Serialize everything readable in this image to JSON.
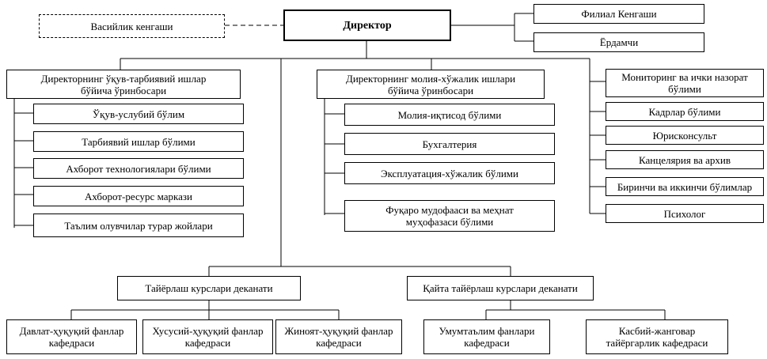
{
  "director": "Директор",
  "council": "Васийлик кенгаши",
  "branch_council": "Филиал Кенгаши",
  "assistant": "Ёрдамчи",
  "deputy_academic": {
    "title": "Директорнинг ўқув-тарбиявий ишлар\nбўйича ўринбосари",
    "units": [
      "Ўқув-услубий бўлим",
      "Тарбиявий ишлар бўлими",
      "Ахборот технологиялари бўлими",
      "Ахборот-ресурс маркази",
      "Таълим олувчилар турар жойлари"
    ]
  },
  "deputy_finance": {
    "title": "Директорнинг молия-хўжалик ишлари\nбўйича ўринбосари",
    "units": [
      "Молия-иқтисод бўлими",
      "Бухгалтерия",
      "Эксплуатация-хўжалик бўлими",
      "Фуқаро мудофааси ва меҳнат\nмуҳофазаси бўлими"
    ]
  },
  "direct_units": [
    "Мониторинг ва ички назорат\nбўлими",
    "Кадрлар бўлими",
    "Юрисконсульт",
    "Канцелярия ва архив",
    "Биринчи ва иккинчи бўлимлар",
    "Психолог"
  ],
  "dean_prep": {
    "title": "Тайёрлаш курслари деканати",
    "chairs": [
      "Давлат-ҳуқуқий фанлар\nкафедраси",
      "Хусусий-ҳуқуқий фанлар\nкафедраси",
      "Жиноят-ҳуқуқий фанлар\nкафедраси"
    ]
  },
  "dean_retrain": {
    "title": "Қайта тайёрлаш курслари деканати",
    "chairs": [
      "Умумтаълим фанлари\nкафедраси",
      "Касбий-жанговар\nтайёргарлик кафедраси"
    ]
  }
}
